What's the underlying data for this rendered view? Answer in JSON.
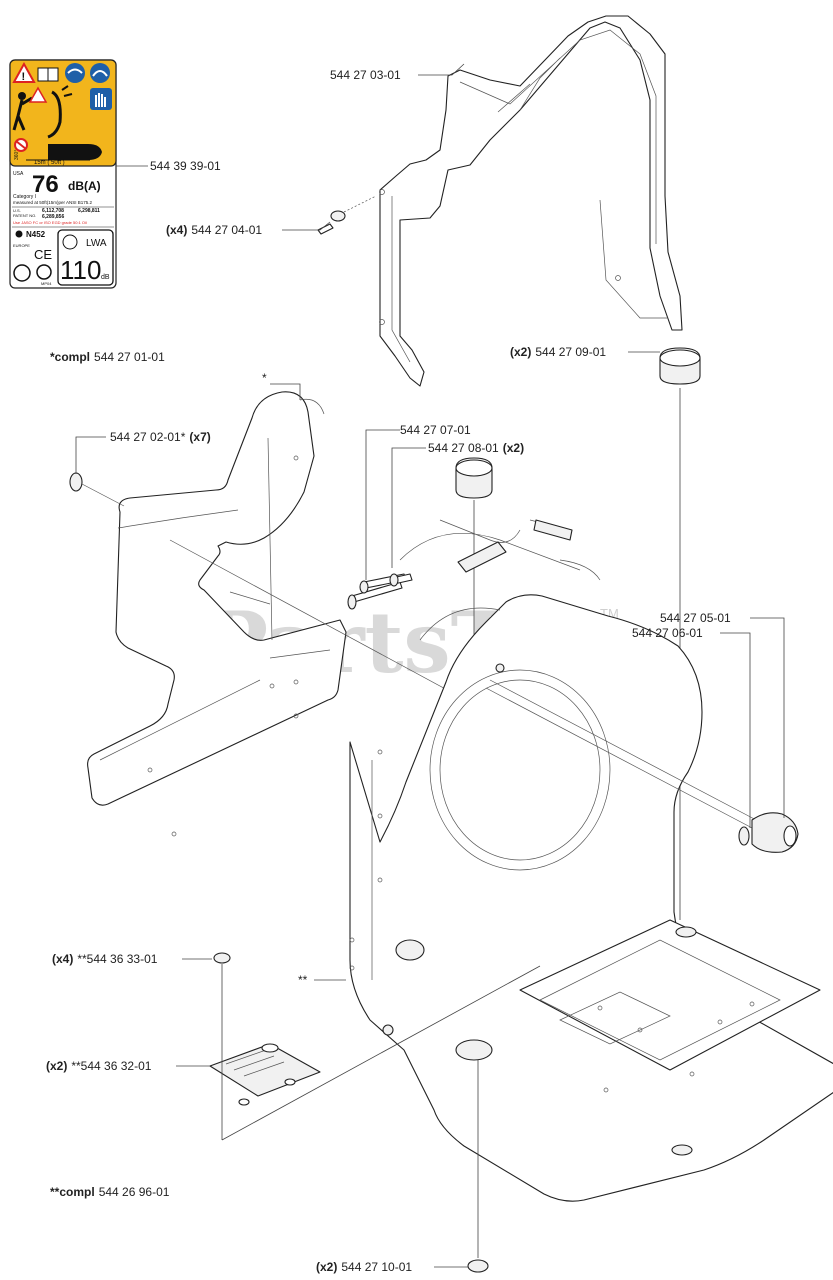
{
  "watermark": {
    "text": "PartsTree",
    "tm": "TM"
  },
  "warning_label": {
    "region": "USA",
    "db_value": "76",
    "db_unit": "dB(A)",
    "category": "Category I",
    "measured": "measured at 50ft(15m)per ANSI B175.2",
    "patent_us": "U.S.",
    "patent_no_label": "PATENT NO.",
    "patent_1": "6,112,708",
    "patent_2": "6,298,811",
    "patent_3": "6,289,856",
    "fuel_note": "Use JASO FC or ISO EGD grade 50:1 Oil",
    "n_code": "N452",
    "europe": "EUROPE",
    "ce": "CE",
    "lwa": "LWA",
    "lwa_value": "110",
    "lwa_unit": "dB",
    "distance": "15m ( 50ft )",
    "angle": "360°",
    "cert": "MP04",
    "colors": {
      "label_bg": "#f2b51c",
      "icon_blue": "#1f5fa8",
      "warn_red": "#d22"
    }
  },
  "callouts": {
    "c1": {
      "qty": "",
      "text": "544 27 03-01"
    },
    "c2": {
      "qty": "",
      "text": "544 39 39-01"
    },
    "c3": {
      "qty": "(x4)",
      "text": "544 27 04-01"
    },
    "c4": {
      "qty": "(x2)",
      "text": "544 27 09-01"
    },
    "c5": {
      "qty": "",
      "text": "*"
    },
    "c6": {
      "qty": "",
      "text": "544 27 07-01"
    },
    "c7": {
      "qty": "(x2)",
      "text": "544 27 08-01"
    },
    "c8": {
      "qty": "(x7)",
      "text": "544 27 02-01*"
    },
    "c9": {
      "qty": "",
      "text": "544 27 05-01"
    },
    "c10": {
      "qty": "",
      "text": "544 27 06-01"
    },
    "c11": {
      "qty": "(x4)",
      "text": "**544 36 33-01"
    },
    "c12": {
      "qty": "",
      "text": "**"
    },
    "c13": {
      "qty": "(x2)",
      "text": "**544 36 32-01"
    },
    "c14": {
      "qty": "(x2)",
      "text": "544 27 10-01"
    }
  },
  "notes": {
    "compl1_prefix": "*compl",
    "compl1_num": "544 27 01-01",
    "compl2_prefix": "**compl",
    "compl2_num": "544 26 96-01"
  }
}
